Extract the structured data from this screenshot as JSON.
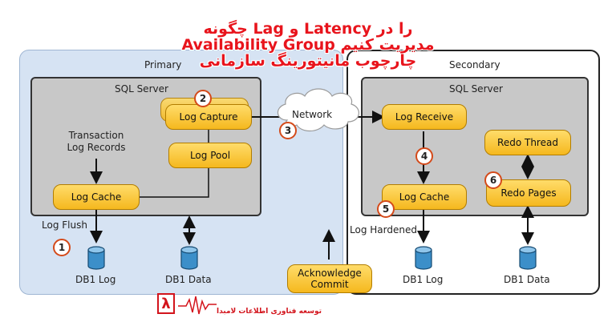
{
  "title": {
    "line1": "چگونه Lag و Latency را در",
    "line2": "Availability Group مدیریت کنیم",
    "line3": "چارچوب مانیتورینگ سازمانی"
  },
  "primary": {
    "label": "Primary",
    "server_label": "SQL Server",
    "transaction_label": "Transaction\nLog Records",
    "log_capture": "Log Capture",
    "log_pool": "Log Pool",
    "log_cache": "Log Cache",
    "log_flush": "Log Flush",
    "db_log": "DB1 Log",
    "db_data": "DB1 Data"
  },
  "secondary": {
    "label": "Secondary",
    "server_label": "SQL Server",
    "log_receive": "Log Receive",
    "redo_thread": "Redo Thread",
    "log_cache": "Log Cache",
    "redo_pages": "Redo Pages",
    "log_hardened": "Log Hardened",
    "db_log": "DB1 Log",
    "db_data": "DB1 Data"
  },
  "network_label": "Network",
  "acknowledge_label": "Acknowledge\nCommit",
  "steps": [
    "1",
    "2",
    "3",
    "4",
    "5",
    "6"
  ],
  "watermark": {
    "symbol": "λ",
    "text": "توسعه فناوری اطلاعات لامبدا"
  },
  "colors": {
    "primary_bg": "#d6e3f3",
    "server_bg": "#c8c8c8",
    "pill": "#f5b81e",
    "step_circle": "#d44a1a",
    "title": "#e8141c"
  }
}
